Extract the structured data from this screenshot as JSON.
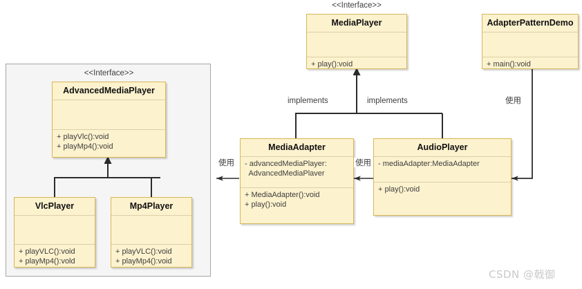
{
  "diagram": {
    "title": "Adapter Pattern UML Class Diagram",
    "colors": {
      "class_fill": "#fdf2ce",
      "class_border": "#d6b656",
      "panel_fill": "#f5f5f5",
      "panel_border": "#a6a6a6",
      "line": "#2b2b2b",
      "text": "#3d3d3d",
      "watermark": "#c9c9c9"
    },
    "stereotypes": {
      "advanced_media_player": "<<Interface>>",
      "media_player": "<<Interface>>"
    },
    "classes": {
      "advanced_media_player": {
        "name": "AdvancedMediaPlayer",
        "attributes": [],
        "operations": [
          "+ playVlc():void",
          "+ playMp4():void"
        ]
      },
      "vlc_player": {
        "name": "VlcPlayer",
        "attributes": [],
        "operations": [
          "+ playVLC():void",
          "+ playMp4():vold"
        ]
      },
      "mp4_player": {
        "name": "Mp4Player",
        "attributes": [],
        "operations": [
          "+ playVLC():void",
          "+ playMp4():void"
        ]
      },
      "media_player": {
        "name": "MediaPlayer",
        "attributes": [],
        "operations": [
          "+ play():void"
        ]
      },
      "media_adapter": {
        "name": "MediaAdapter",
        "attributes": [
          "- advancedMediaPlayer:",
          "  AdvancedMediaPlaver"
        ],
        "operations": [
          "+ MediaAdapter():void",
          "+ play():void"
        ]
      },
      "audio_player": {
        "name": "AudioPlayer",
        "attributes": [
          "- mediaAdapter:MediaAdapter"
        ],
        "operations": [
          "+ play():void"
        ]
      },
      "adapter_pattern_demo": {
        "name": "AdapterPatternDemo",
        "attributes": [],
        "operations": [
          "+ main():void"
        ]
      }
    },
    "edge_labels": {
      "implements_left": "implements",
      "implements_right": "implements",
      "uses_adapter_to_advanced": "使用",
      "uses_audio_to_adapter": "使用",
      "uses_demo_to_audio": "使用"
    },
    "watermark": "CSDN @戟御"
  }
}
